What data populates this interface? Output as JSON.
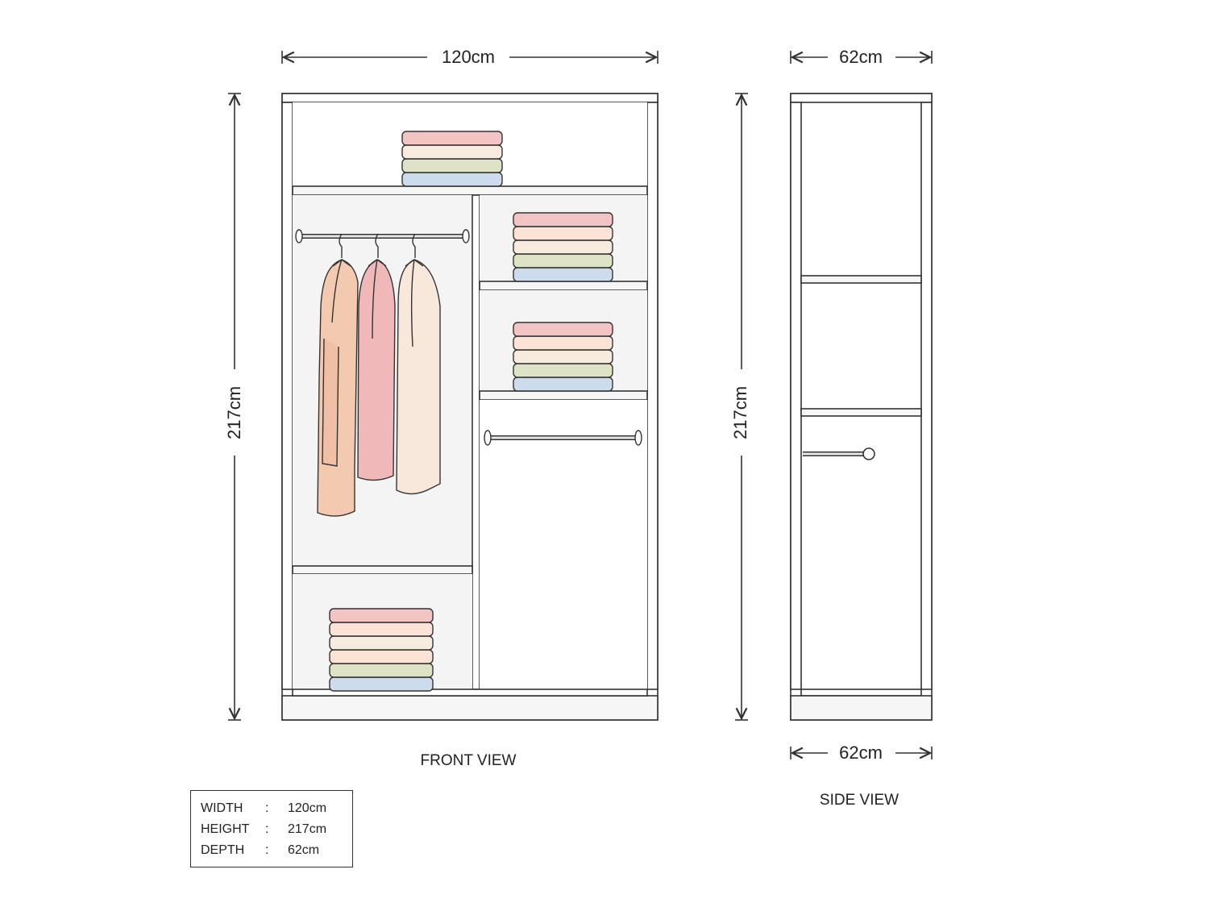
{
  "front_view": {
    "label": "FRONT VIEW",
    "width_label": "120cm",
    "height_label": "217cm"
  },
  "side_view": {
    "label": "SIDE VIEW",
    "top_depth_label": "62cm",
    "bottom_depth_label": "62cm",
    "height_label": "217cm"
  },
  "specs": [
    {
      "key": "WIDTH",
      "sep": ":",
      "value": "120cm"
    },
    {
      "key": "HEIGHT",
      "sep": ":",
      "value": "217cm"
    },
    {
      "key": "DEPTH",
      "sep": ":",
      "value": "62cm"
    }
  ],
  "colors": {
    "outline": "#333333",
    "panel_fill": "#f4f4f4",
    "clothes": [
      "#f3c9b0",
      "#f0b8b8",
      "#f8e8dc"
    ],
    "folded_stack": [
      "#f2c4c4",
      "#fbe3d6",
      "#f8ecdf",
      "#dfe3c6",
      "#cddcec"
    ]
  }
}
